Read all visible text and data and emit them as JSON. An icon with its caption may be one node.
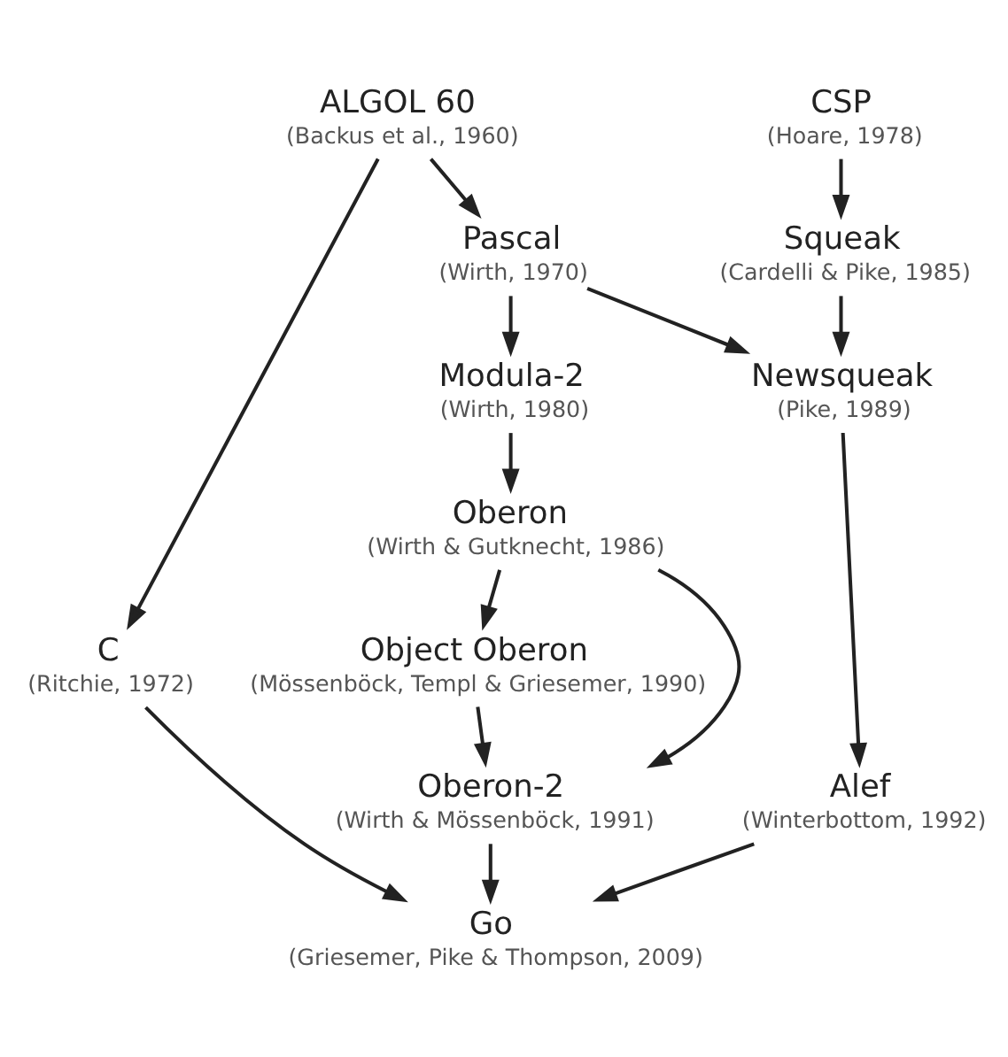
{
  "diagram": {
    "nodes": [
      {
        "text": [
          "ALGOL 60",
          "(Backus et al., 1960)"
        ]
      },
      {
        "text": [
          "Pascal",
          "(Wirth, 1970)"
        ]
      },
      {
        "text": [
          "C",
          "(Ritchie, 1972)"
        ]
      },
      {
        "text": [
          "CSP",
          "(Hoare, 1978)"
        ]
      },
      {
        "text": [
          "Modula-2",
          "(Wirth, 1980)"
        ]
      },
      {
        "text": [
          "Squeak",
          "(Cardelli & Pike, 1985)"
        ]
      },
      {
        "text": [
          "Oberon",
          "(Wirth & Gutknecht, 1986)"
        ]
      },
      {
        "text": [
          "Newsqueak",
          "(Pike, 1989)"
        ]
      },
      {
        "text": [
          "Object Oberon",
          "(Mössenböck, Templ & Griesemer, 1990)"
        ]
      },
      {
        "text": [
          "Oberon-2",
          "(Wirth & Mössenböck, 1991)"
        ]
      },
      {
        "text": [
          "Alef",
          "(Winterbottom, 1992)"
        ]
      },
      {
        "text": [
          "Go",
          "(Griesemer, Pike & Thompson, 2009)"
        ]
      }
    ],
    "edges": [
      {
        "from": 0,
        "to": 1,
        "arrow": "to"
      },
      {
        "from": 0,
        "to": 2,
        "arrow": "to"
      },
      {
        "from": 1,
        "to": 4,
        "arrow": "to"
      },
      {
        "from": 1,
        "to": 7,
        "arrow": "to"
      },
      {
        "from": 3,
        "to": 5,
        "arrow": "to"
      },
      {
        "from": 4,
        "to": 6,
        "arrow": "to"
      },
      {
        "from": 5,
        "to": 7,
        "arrow": "to"
      },
      {
        "from": 6,
        "to": 8,
        "arrow": "to"
      },
      {
        "from": 6,
        "to": 9,
        "arrow": "to"
      },
      {
        "from": 8,
        "to": 9,
        "arrow": "to"
      },
      {
        "from": 7,
        "to": 10,
        "arrow": "to"
      },
      {
        "from": 10,
        "to": 11,
        "arrow": "to"
      },
      {
        "from": 9,
        "to": 11,
        "arrow": "to"
      },
      {
        "from": 2,
        "to": 11,
        "arrow": "to"
      }
    ]
  }
}
